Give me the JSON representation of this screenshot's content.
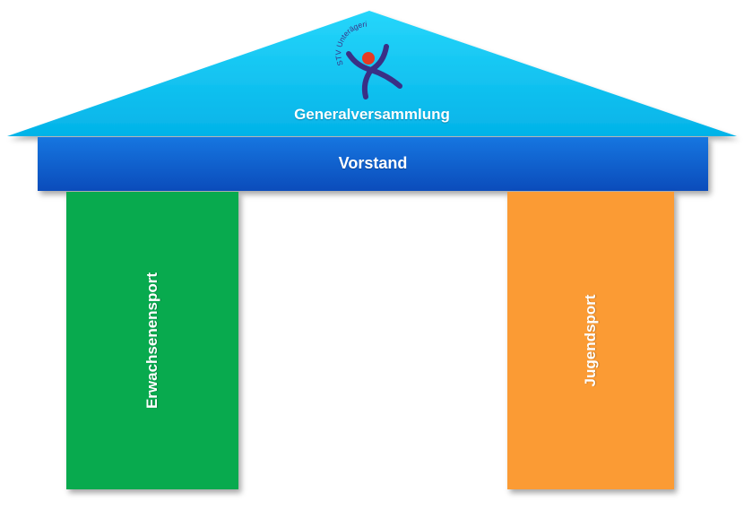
{
  "colors": {
    "roof_light": "#26d6fb",
    "roof_dark": "#03b3e8",
    "beam_light": "#1676e0",
    "beam_dark": "#0b4cbb",
    "pillar_left": "#08aa4e",
    "pillar_right": "#fb9b34",
    "logo_blue": "#3a2f85",
    "logo_red": "#e63a22"
  },
  "logo": {
    "text": "STV Unterägeri",
    "icon": "gymnast-figure-icon"
  },
  "roof": {
    "label": "Generalversammlung"
  },
  "beam": {
    "label": "Vorstand"
  },
  "pillars": {
    "left": {
      "label": "Erwachsenensport"
    },
    "right": {
      "label": "Jugendsport"
    }
  }
}
